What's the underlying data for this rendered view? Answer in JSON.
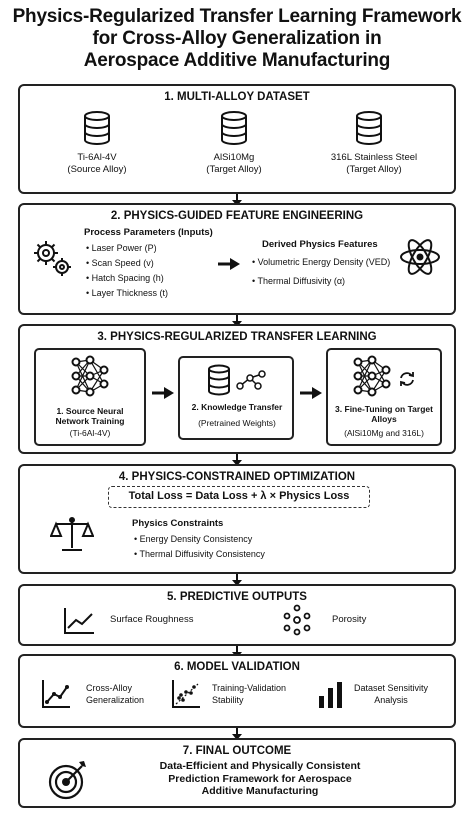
{
  "title": {
    "line1": "Physics-Regularized Transfer Learning Framework",
    "line2": "for Cross-Alloy Generalization in",
    "line3": "Aerospace Additive Manufacturing"
  },
  "section1": {
    "heading": "1. MULTI-ALLOY DATASET",
    "alloys": [
      {
        "name": "Ti-6Al-4V",
        "role": "(Source Alloy)"
      },
      {
        "name": "AlSi10Mg",
        "role": "(Target Alloy)"
      },
      {
        "name": "316L Stainless Steel",
        "role": "(Target Alloy)"
      }
    ],
    "icon": "database-icon"
  },
  "section2": {
    "heading": "2. PHYSICS-GUIDED FEATURE ENGINEERING",
    "params_title": "Process Parameters (Inputs)",
    "params": [
      "Laser Power (P)",
      "Scan Speed (v)",
      "Hatch Spacing (h)",
      "Layer Thickness (t)"
    ],
    "derived_title": "Derived Physics Features",
    "derived": [
      "Volumetric Energy Density (VED)",
      "Thermal Diffusivity (α)"
    ]
  },
  "section3": {
    "heading": "3. PHYSICS-REGULARIZED TRANSFER LEARNING",
    "steps": [
      {
        "label": "1. Source Neural Network Training",
        "detail": "(Ti-6Al-4V)"
      },
      {
        "label": "2. Knowledge Transfer",
        "detail": "(Pretrained Weights)"
      },
      {
        "label": "3. Fine-Tuning on Target Alloys",
        "detail": "(AlSi10Mg and 316L)"
      }
    ]
  },
  "section4": {
    "heading": "4. PHYSICS-CONSTRAINED OPTIMIZATION",
    "loss": "Total Loss = Data Loss + λ × Physics Loss",
    "constraints_title": "Physics Constraints",
    "constraints": [
      "Energy Density Consistency",
      "Thermal Diffusivity Consistency"
    ]
  },
  "section5": {
    "heading": "5. PREDICTIVE OUTPUTS",
    "outputs": [
      "Surface Roughness",
      "Porosity"
    ]
  },
  "section6": {
    "heading": "6. MODEL VALIDATION",
    "items": [
      {
        "line1": "Cross-Alloy",
        "line2": "Generalization"
      },
      {
        "line1": "Training-Validation",
        "line2": "Stability"
      },
      {
        "line1": "Dataset Sensitivity",
        "line2": "Analysis"
      }
    ]
  },
  "section7": {
    "heading": "7. FINAL OUTCOME",
    "line1": "Data-Efficient and Physically Consistent",
    "line2": "Prediction Framework for Aerospace",
    "line3": "Additive Manufacturing"
  }
}
